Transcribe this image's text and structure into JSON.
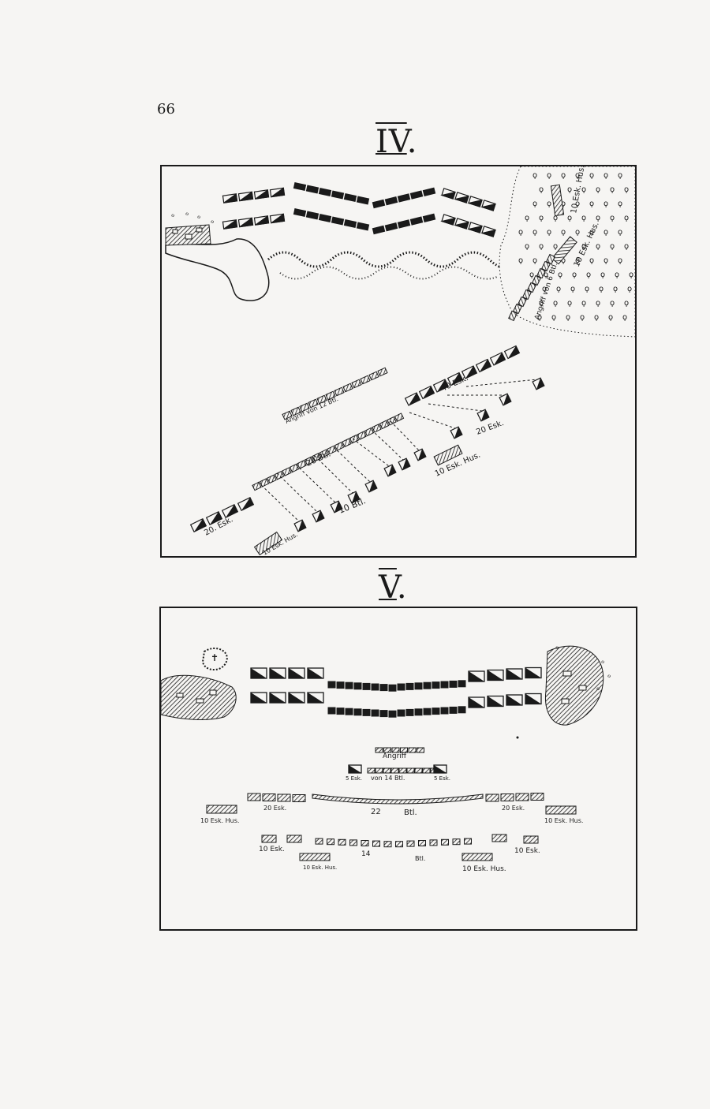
{
  "page_number": "66",
  "figure_iv": {
    "title": "IV",
    "labels": {
      "left_cav_hus_top": "10 Esk. Hus.",
      "right_cav_hus": "10 Esk. Hus.",
      "angriff_right": "Angriff von 6 Btl.",
      "angriff_center": "Angriff von 12 Btl.",
      "esk_40": "40 Esk.",
      "esk_20_right": "20 Esk.",
      "btl_20": "20 Btl.",
      "btl_10": "10 Btl.",
      "esk_hus_10_lower": "10 Esk. Hus.",
      "esk_20_left": "20. Esk.",
      "esk_hus_10_bottom": "10 Esk. Hus."
    }
  },
  "figure_v": {
    "title": "V",
    "labels": {
      "angriff": "Angriff",
      "esk_5_left": "5 Esk.",
      "von_14_btl": "von 14 Btl.",
      "esk_5_right": "5 Esk.",
      "esk_20_left": "20 Esk.",
      "btl_22_num": "22",
      "btl_22_unit": "Btl.",
      "esk_20_right": "20 Esk.",
      "esk_hus_10_left": "10 Esk. Hus.",
      "esk_hus_10_right": "10 Esk. Hus.",
      "esk_10_left": "10 Esk.",
      "btl_14_num": "14",
      "btl_14_unit": "Btl.",
      "esk_10_right": "10 Esk.",
      "esk_hus_10_bottom_left": "10 Esk. Hus.",
      "esk_hus_10_bottom_right": "10 Esk. Hus."
    }
  }
}
